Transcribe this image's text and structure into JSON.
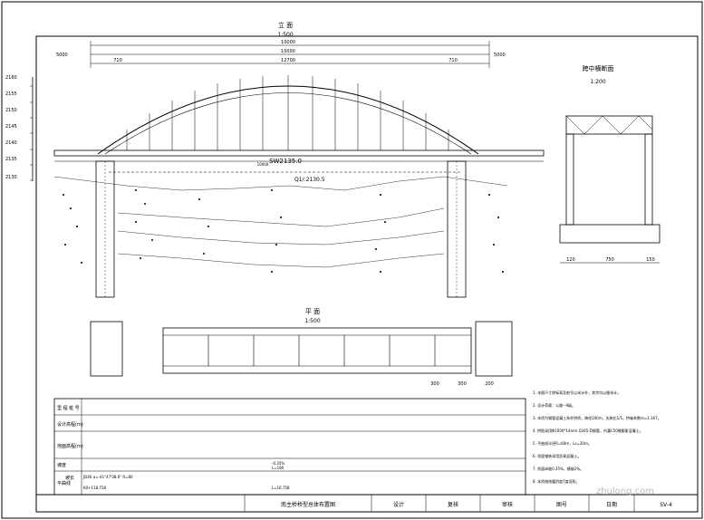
{
  "elevation": {
    "title": "立 面",
    "scale": "1:500",
    "dim_total": "10000",
    "dim_inner": "10000",
    "dim_span": "12700",
    "dim_side": "710",
    "water_level": "SW2135.0",
    "flood_level": "Q1/:2130.5",
    "bridge_length": "10000",
    "left_station": "5000",
    "right_station": "5000"
  },
  "elevation_axis": {
    "ticks": [
      "2160",
      "2155",
      "2150",
      "2145",
      "2140",
      "2135",
      "2130"
    ]
  },
  "cross_section": {
    "title": "跨中横断面",
    "scale": "1:200",
    "dims": [
      "120",
      "750",
      "150"
    ]
  },
  "plan": {
    "title": "平 面",
    "scale": "1:500",
    "dims_right": [
      "300",
      "300",
      "200"
    ]
  },
  "table": {
    "rows": [
      "里 程 桩 号",
      "设计高程(m)",
      "地面高程(m)",
      "坡度",
      "平曲线"
    ],
    "slope_label": "坡长",
    "curve_label": "JD46  α=-41°47'08.0\"  R=80",
    "curve_label2": "L=16.758",
    "slope_value": "-0.35%",
    "slope_len": "L=190",
    "station_label": "K0+118.758"
  },
  "notes": {
    "items": [
      "1. 本图尺寸除标高及桩号以米计外，其余均以厘米计。",
      "2. 设计荷载：公路—Ⅱ级。",
      "3. 本桥为钢管混凝土系杆拱桥，跨径100m，矢跨比1/5，拱轴系数m=1.167。",
      "4. 拱肋采用Φ1000*14mm Q345-D钢管，内灌C50微膨胀混凝土。",
      "5. 平曲线半径R=60m，Ls=20m。",
      "6. 桥面铺装采用沥青混凝土。",
      "7. 桥面纵坡0.35%，横坡2%。",
      "8. 本桥按地震烈度7度设防。"
    ]
  },
  "title_block": {
    "drawing_name": "南主桥桥型总体布置图",
    "designer_label": "设计",
    "checker_label": "复核",
    "reviewer_label": "审核",
    "drawing_no_label": "图号",
    "date_label": "日期",
    "sheet_no": "SV-4"
  },
  "watermark": "zhulong.com"
}
